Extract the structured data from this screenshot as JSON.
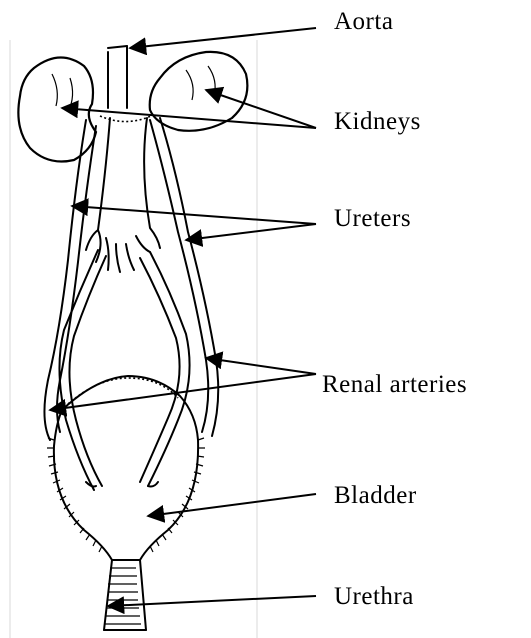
{
  "labels": {
    "aorta": "Aorta",
    "kidneys": "Kidneys",
    "ureters": "Ureters",
    "renal_arteries": "Renal arteries",
    "bladder": "Bladder",
    "urethra": "Urethra"
  }
}
